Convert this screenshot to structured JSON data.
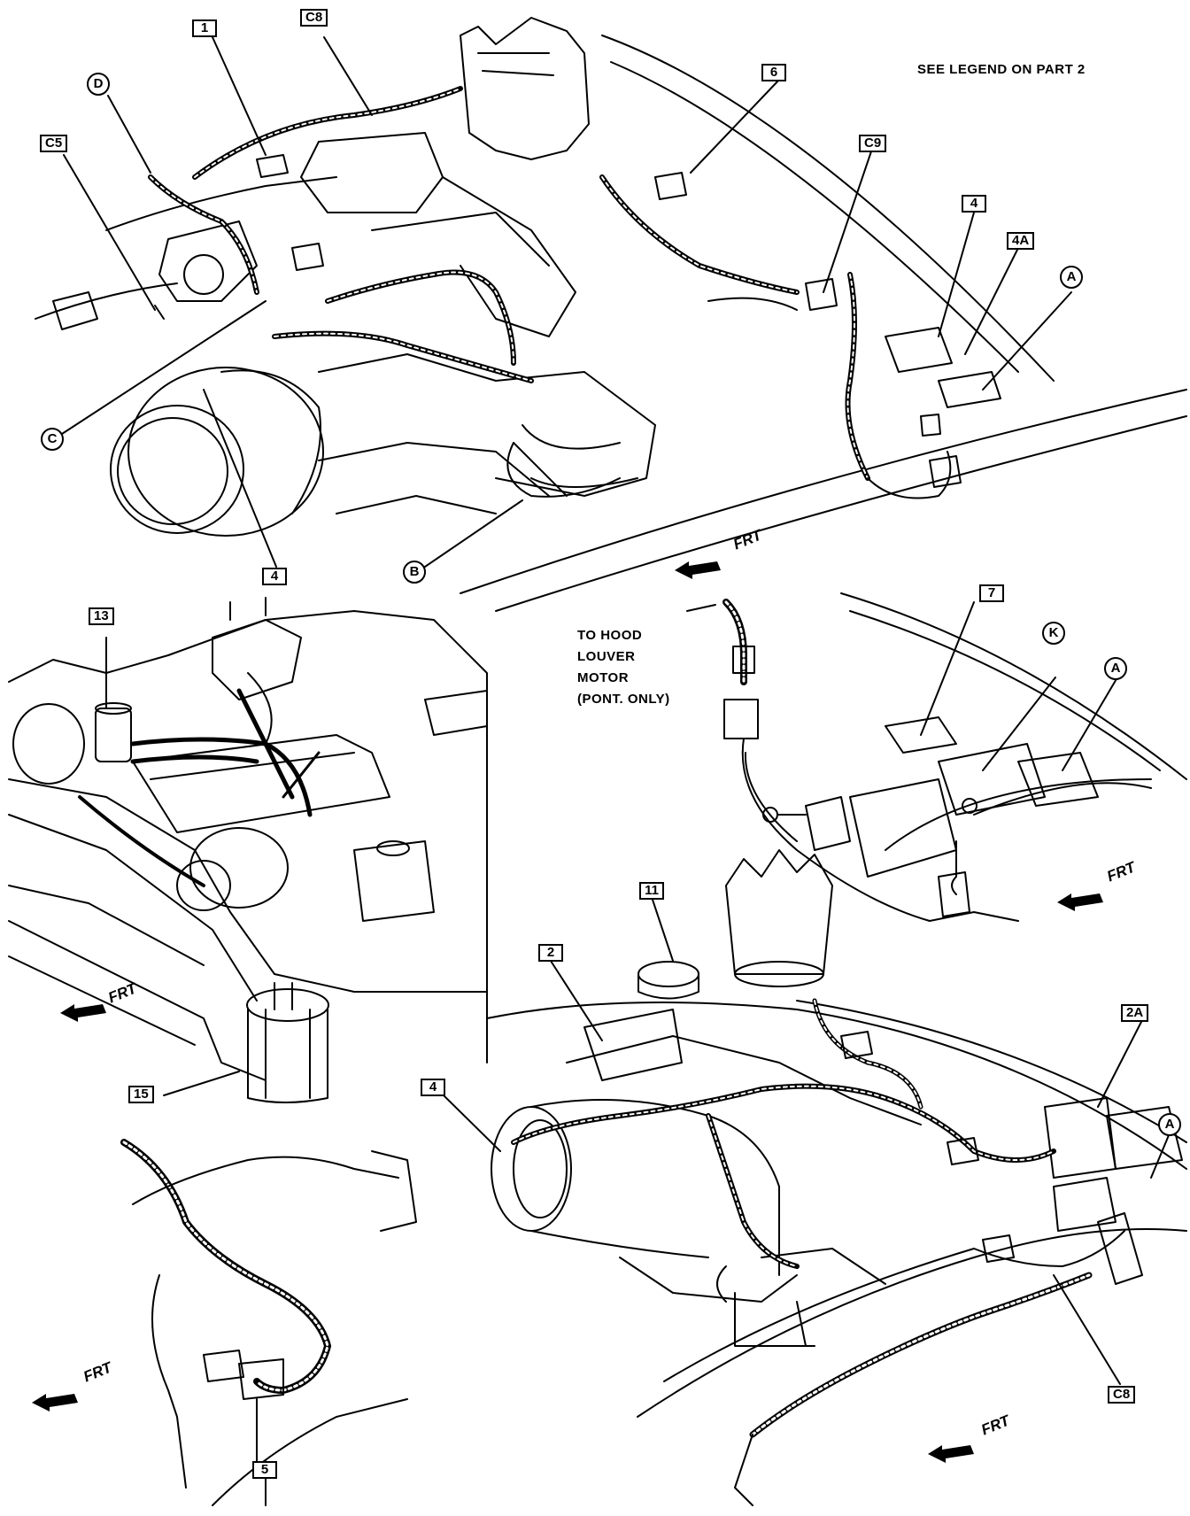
{
  "header": {
    "note": "SEE LEGEND ON PART 2"
  },
  "hood_note": {
    "line1": "TO HOOD",
    "line2": "LOUVER",
    "line3": "MOTOR",
    "line4": "(PONT. ONLY)"
  },
  "direction": {
    "frt": "FRT"
  },
  "callouts": {
    "c1": "1",
    "c8_top": "C8",
    "d": "D",
    "c5": "C5",
    "six": "6",
    "c9": "C9",
    "four_top_right": "4",
    "four_a": "4A",
    "a_top": "A",
    "c": "C",
    "four_bottom": "4",
    "b": "B",
    "thirteen": "13",
    "seven": "7",
    "k": "K",
    "a_mid": "A",
    "eleven": "11",
    "two": "2",
    "fifteen": "15",
    "four_left": "4",
    "two_a": "2A",
    "a_bottom": "A",
    "c8_bottom": "C8",
    "five": "5"
  },
  "colors": {
    "ink": "#000000",
    "paper": "#ffffff"
  }
}
